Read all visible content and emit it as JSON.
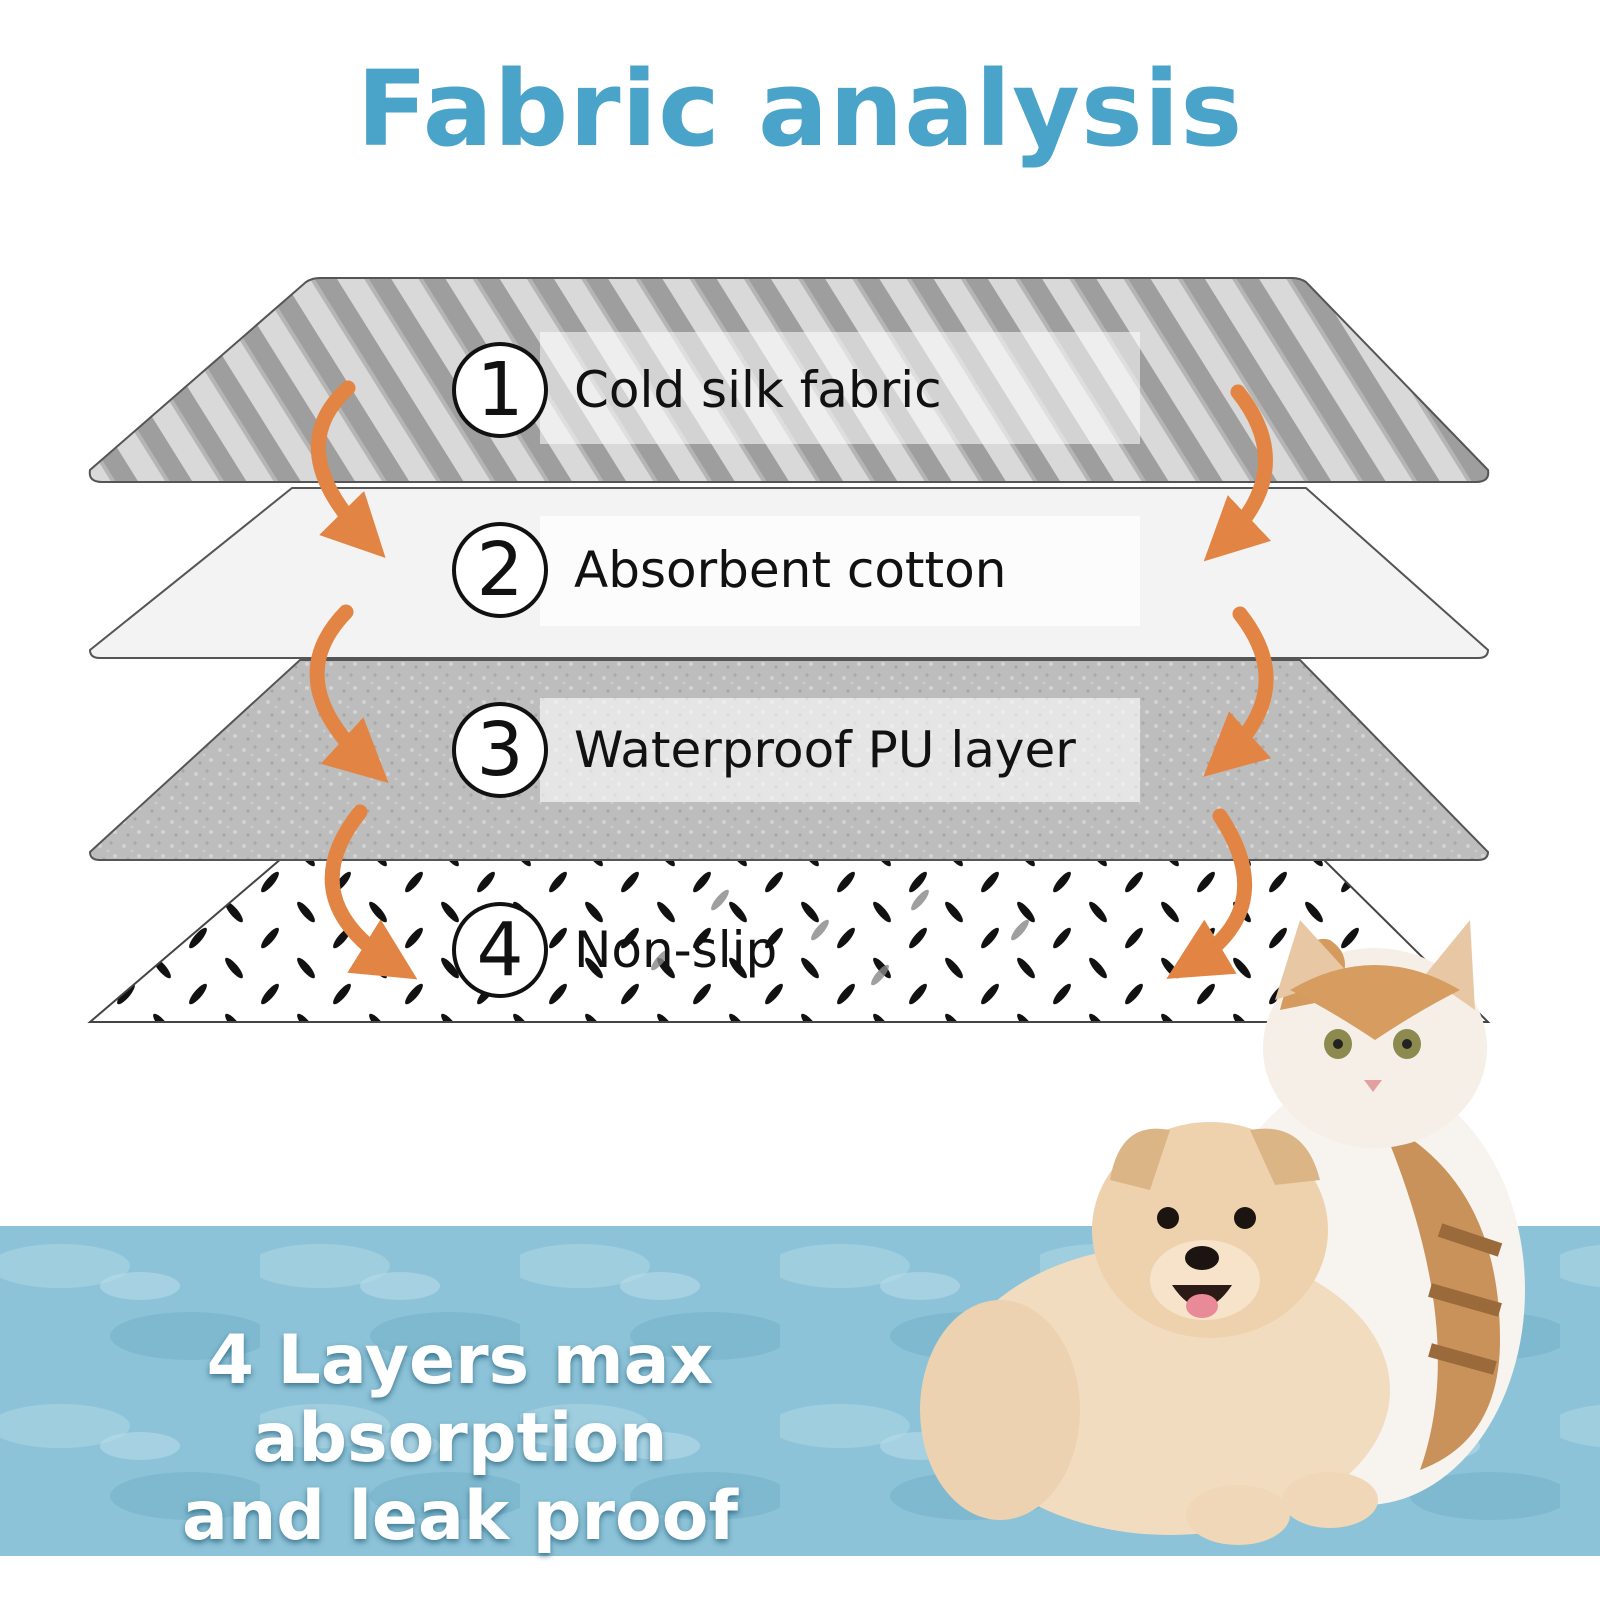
{
  "title": "Fabric analysis",
  "layers": [
    {
      "number": "1",
      "name": "Cold silk fabric"
    },
    {
      "number": "2",
      "name": "Absorbent cotton"
    },
    {
      "number": "3",
      "name": "Waterproof PU layer"
    },
    {
      "number": "4",
      "name": "Non-slip"
    }
  ],
  "tagline": {
    "line1": "4 Layers max absorption",
    "line2": "and leak proof"
  },
  "colors": {
    "title": "#4aa3c8",
    "arrow": "#e28544",
    "band": "#8cc3d8",
    "tagline": "#ffffff"
  },
  "images": {
    "pets": "dog-and-cat-photo"
  }
}
